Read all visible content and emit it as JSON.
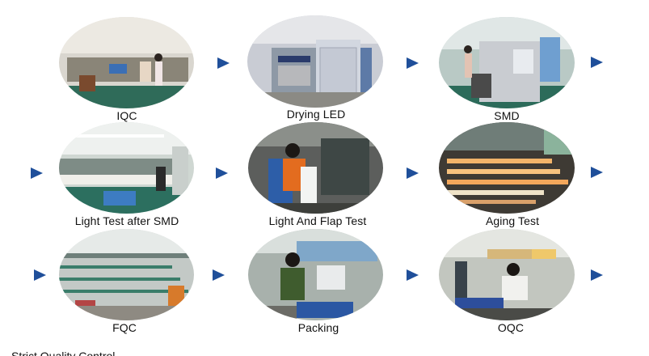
{
  "steps": [
    {
      "label": "IQC",
      "scene": "office"
    },
    {
      "label": "Drying LED",
      "scene": "oven"
    },
    {
      "label": "SMD",
      "scene": "machine"
    },
    {
      "label": "Light Test after SMD",
      "scene": "workshop"
    },
    {
      "label": "Light And Flap Test",
      "scene": "worker-orange"
    },
    {
      "label": "Aging Test",
      "scene": "aging-lights"
    },
    {
      "label": "FQC",
      "scene": "workshop-shelves"
    },
    {
      "label": "Packing",
      "scene": "worker-packing"
    },
    {
      "label": "OQC",
      "scene": "worker-oqc"
    }
  ],
  "footer_text": "Strict Quality Control",
  "colors": {
    "arrow": "#1f4f9a"
  }
}
